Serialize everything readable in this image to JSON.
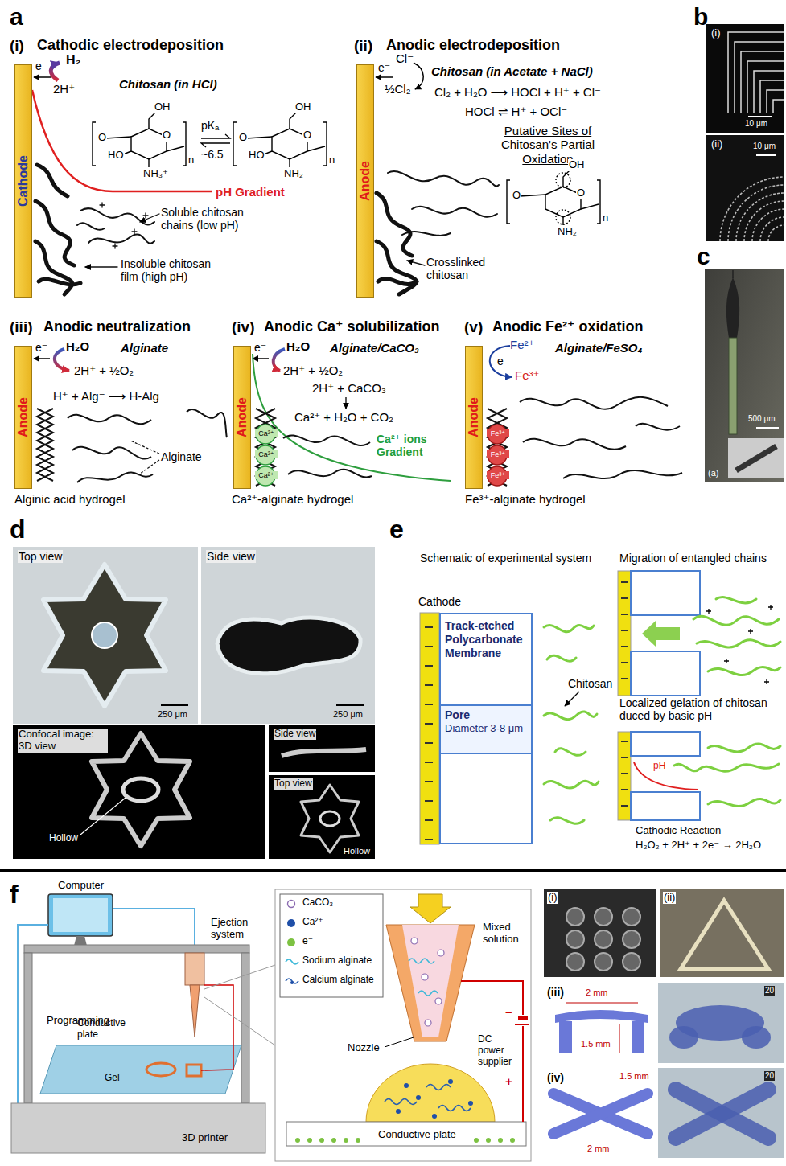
{
  "diagram": {
    "nodes": [
      {
        "text": [
          "Cathode"
        ]
      },
      {
        "text": [
          "Anode"
        ]
      },
      {
        "text": [
          "Anode"
        ]
      },
      {
        "text": [
          "Anode"
        ]
      },
      {
        "text": [
          "Anode"
        ]
      },
      {
        "text": [
          "Track-etched Polycarbonate Membrane"
        ]
      },
      {
        "text": [
          "Pore",
          "Diameter 3-8 μm"
        ],
        "in": 5
      }
    ],
    "labels": [
      "a",
      "(i)",
      "Cathodic electrodeposition",
      "e⁻",
      "H₂",
      "2H⁺",
      "Chitosan (in HCl)",
      "OH",
      "O",
      "HO",
      "O",
      "NH₃⁺",
      "n",
      "pKₐ",
      "~6.5",
      "OH",
      "O",
      "HO",
      "O",
      "NH₂",
      "n",
      "pH Gradient",
      "Soluble chitosan chains (low pH)",
      "Insoluble chitosan film (high pH)",
      "(ii)",
      "Anodic electrodeposition",
      "e⁻",
      "Cl⁻",
      "½Cl₂",
      "Chitosan (in Acetate + NaCl)",
      "Cl₂ + H₂O ⟶ HOCl + H⁺ + Cl⁻",
      "HOCl ⇌ H⁺ + OCl⁻",
      "Putative Sites of Chitosan's Partial Oxidation",
      "O",
      "OH",
      "O",
      "NH₂",
      "n",
      "Crosslinked chitosan",
      "(iii)",
      "Anodic neutralization",
      "e⁻",
      "H₂O",
      "Alginate",
      "2H⁺ + ½O₂",
      "H⁺ + Alg⁻ ⟶ H-Alg",
      "Alginate",
      "Alginic acid hydrogel",
      "(iv)",
      "Anodic Ca⁺ solubilization",
      "e⁻",
      "H₂O",
      "Alginate/CaCO₃",
      "2H⁺ + ½O₂",
      "2H⁺ + CaCO₃",
      "Ca²⁺ + H₂O + CO₂",
      "Ca²⁺",
      "Ca²⁺",
      "Ca²⁺",
      "Ca²⁺ ions Gradient",
      "Ca²⁺-alginate hydrogel",
      "(v)",
      "Anodic Fe²⁺ oxidation",
      "Fe²⁺",
      "Alginate/FeSO₄",
      "e",
      "Fe³⁺",
      "Fe³⁺",
      "Fe³⁺",
      "Fe³⁺",
      "Fe³⁺-alginate hydrogel",
      "b",
      "(i)",
      "10 μm",
      "(ii)",
      "10 μm",
      "c",
      "500 μm",
      "(a)",
      "d",
      "Top view",
      "250 μm",
      "Side view",
      "250 μm",
      "Confocal image: 3D view",
      "Hollow",
      "Side view",
      "Top view",
      "Hollow",
      "e",
      "Schematic of experimental system",
      "Cathode",
      "Chitosan",
      "Migration of entangled chains",
      "Localized gelation of chitosan duced by basic pH",
      "pH",
      "Cathodic Reaction",
      "H₂O₂ + 2H⁺ + 2e⁻ → 2H₂O",
      "f",
      "Computer",
      "Ejection system",
      "Programming",
      "Conductive plate",
      "Gel",
      "3D printer",
      "Mixed solution",
      "Nozzle",
      "DC power supplier",
      "−",
      "+",
      "Conductive plate",
      "(i)",
      "(ii)",
      "(iii)",
      "2 mm",
      "1.5 mm",
      "20",
      "(iv)",
      "1.5 mm",
      "2 mm",
      "20"
    ],
    "legend": [
      {
        "text": "CaCO₃"
      },
      {
        "text": "Ca²⁺",
        "color": "#1f4fa8"
      },
      {
        "text": "e⁻",
        "color": "#7dc242"
      },
      {
        "text": "Sodium alginate"
      },
      {
        "text": "Calcium alginate"
      }
    ]
  }
}
